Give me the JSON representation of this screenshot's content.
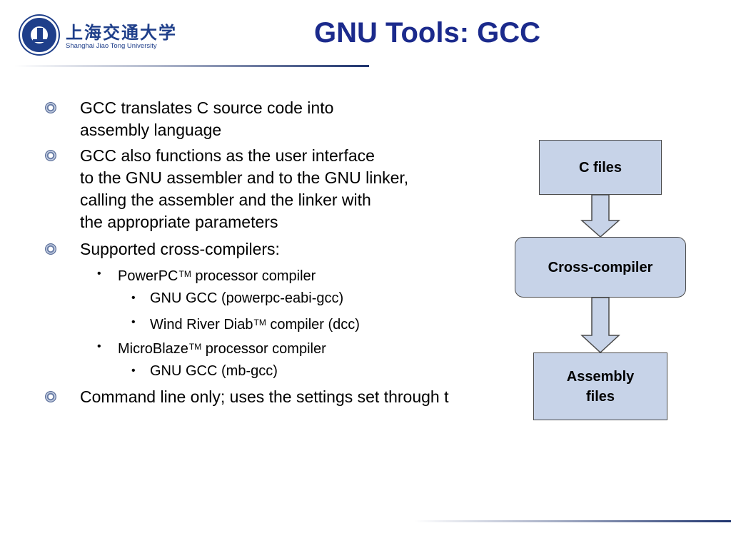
{
  "header": {
    "logo_cn": "上海交通大学",
    "logo_en": "Shanghai Jiao Tong University",
    "title": "GNU Tools: GCC"
  },
  "bullets": {
    "b1": [
      "GCC translates C source code into",
      "assembly language"
    ],
    "b2": [
      "GCC also functions as the user interface",
      "to the GNU assembler and to the GNU linker,",
      "calling the assembler and the linker with",
      "the appropriate parameters"
    ],
    "b3": "Supported cross-compilers:",
    "powerpc": {
      "name": "PowerPC",
      "tm": "TM",
      "rest": " processor compiler"
    },
    "gnu_ppc": "GNU GCC (powerpc-eabi-gcc)",
    "diab": {
      "name": "Wind River Diab",
      "tm": "TM",
      "rest": " compiler (dcc)"
    },
    "microblaze": {
      "name": "MicroBlaze",
      "tm": "TM",
      "rest": " processor compiler"
    },
    "gnu_mb": "GNU GCC (mb-gcc)",
    "b4": "Command line only; uses the settings set through t"
  },
  "diagram": {
    "c_files": "C files",
    "cross_compiler": "Cross-compiler",
    "assembly": [
      "Assembly",
      "files"
    ]
  },
  "colors": {
    "title": "#1b2a8c",
    "box_fill": "#c7d3e8",
    "box_border": "#4a4a4a",
    "rule": "#1f346e"
  }
}
